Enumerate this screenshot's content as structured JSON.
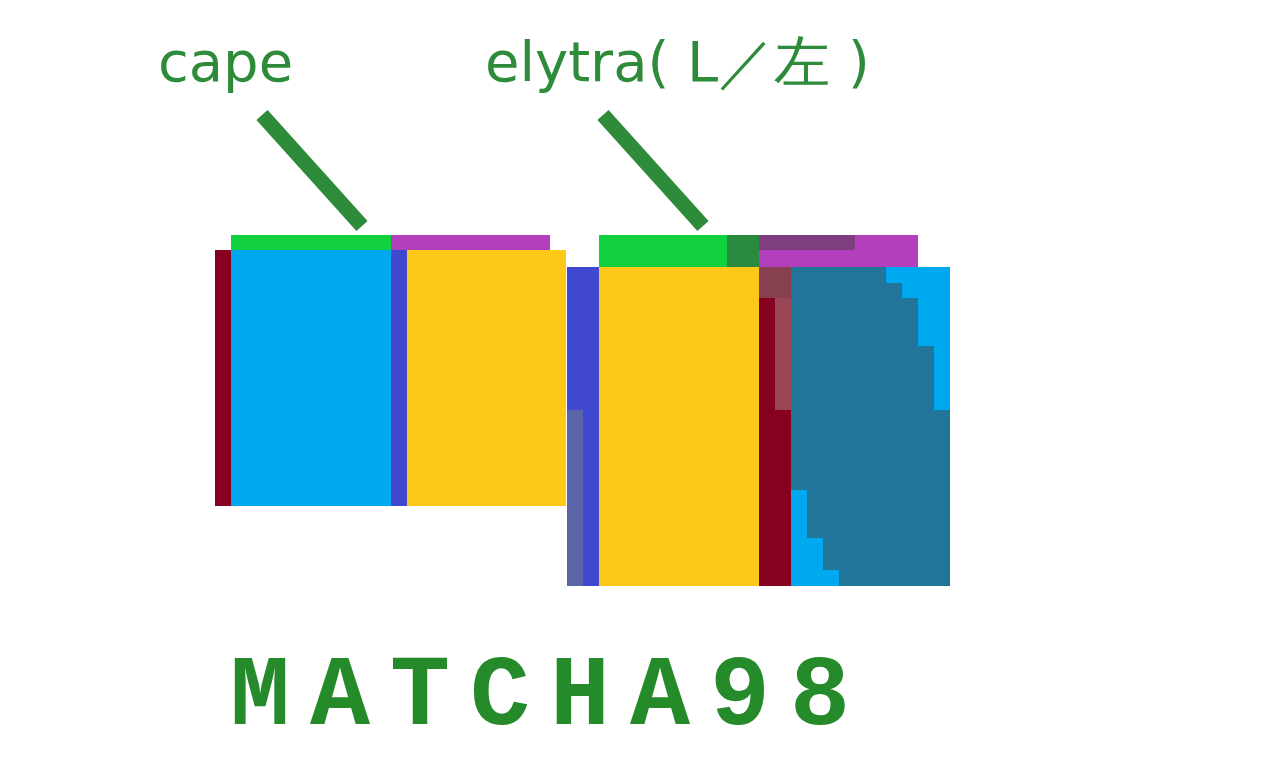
{
  "diagram": {
    "labels": [
      "cape",
      "elytra( L／左 )",
      "MATCHA98"
    ]
  }
}
